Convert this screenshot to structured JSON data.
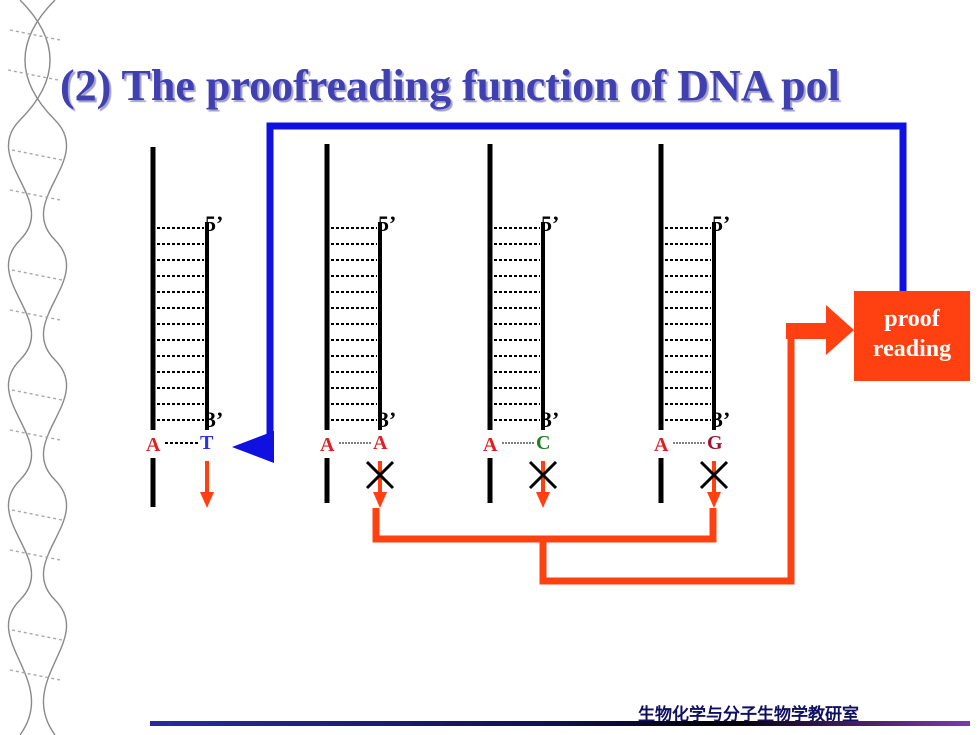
{
  "title": "(2) The proofreading function  of DNA pol",
  "footer": "生物化学与分子生物学教研室",
  "proofreading_box": {
    "line1": "proof",
    "line2": "reading"
  },
  "panels": [
    {
      "end5": "5’",
      "end3": "3’",
      "template_base": "A",
      "new_base": "T",
      "mismatch": false
    },
    {
      "end5": "5’",
      "end3": "3’",
      "template_base": "A",
      "new_base": "A",
      "mismatch": true
    },
    {
      "end5": "5’",
      "end3": "3’",
      "template_base": "A",
      "new_base": "C",
      "mismatch": true
    },
    {
      "end5": "5’",
      "end3": "3’",
      "template_base": "A",
      "new_base": "G",
      "mismatch": true
    }
  ],
  "colors": {
    "title": "#4040b0",
    "feedback_arrow": "#1010e0",
    "mismatch_arrow": "#ff4010",
    "proof_box": "#ff4010",
    "base_A": "#e02020",
    "base_T": "#3030e0",
    "base_C": "#208020",
    "base_G": "#a01030"
  }
}
